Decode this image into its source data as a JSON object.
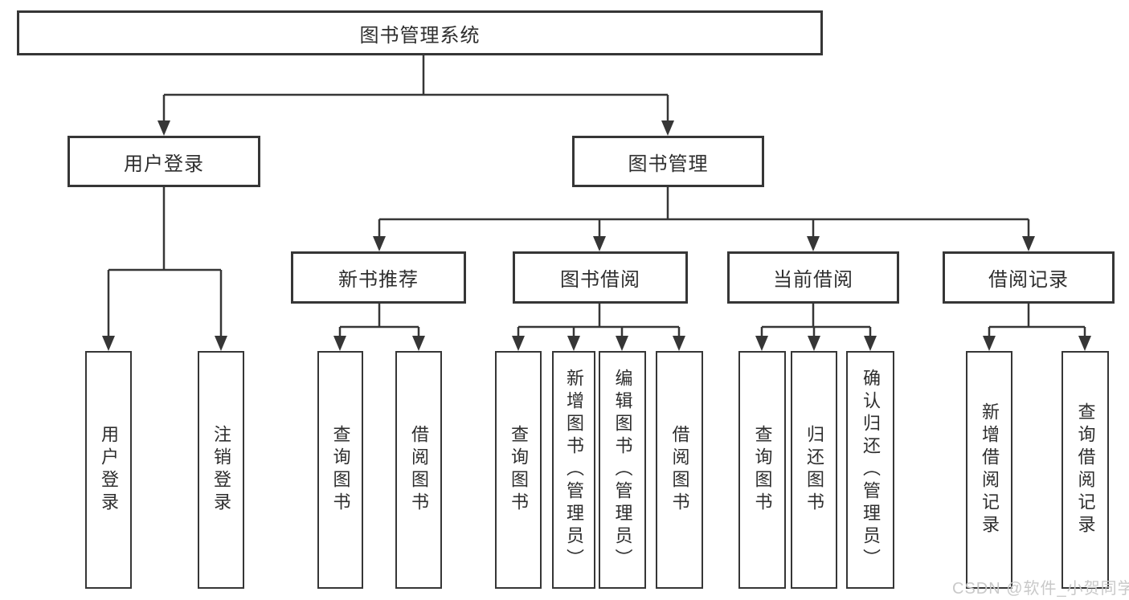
{
  "title": "图书管理系统",
  "watermark": "CSDN @软件_小贺同学",
  "colors": {
    "line": "#363636",
    "box_border": "#363636",
    "box_bg": "#ffffff",
    "text": "#2e2e2e",
    "watermark": "#c9c9c9"
  },
  "level2": [
    "用户登录",
    "图书管理"
  ],
  "level3": [
    "新书推荐",
    "图书借阅",
    "当前借阅",
    "借阅记录"
  ],
  "leaves": {
    "user_login": [
      "用户登录",
      "注销登录"
    ],
    "new_books": [
      "查询图书",
      "借阅图书"
    ],
    "borrowing": [
      "查询图书",
      "新增图书（管理员）",
      "编辑图书（管理员）",
      "借阅图书"
    ],
    "current": [
      "查询图书",
      "归还图书",
      "确认归还（管理员）"
    ],
    "records": [
      "新增借阅记录",
      "查询借阅记录"
    ]
  }
}
